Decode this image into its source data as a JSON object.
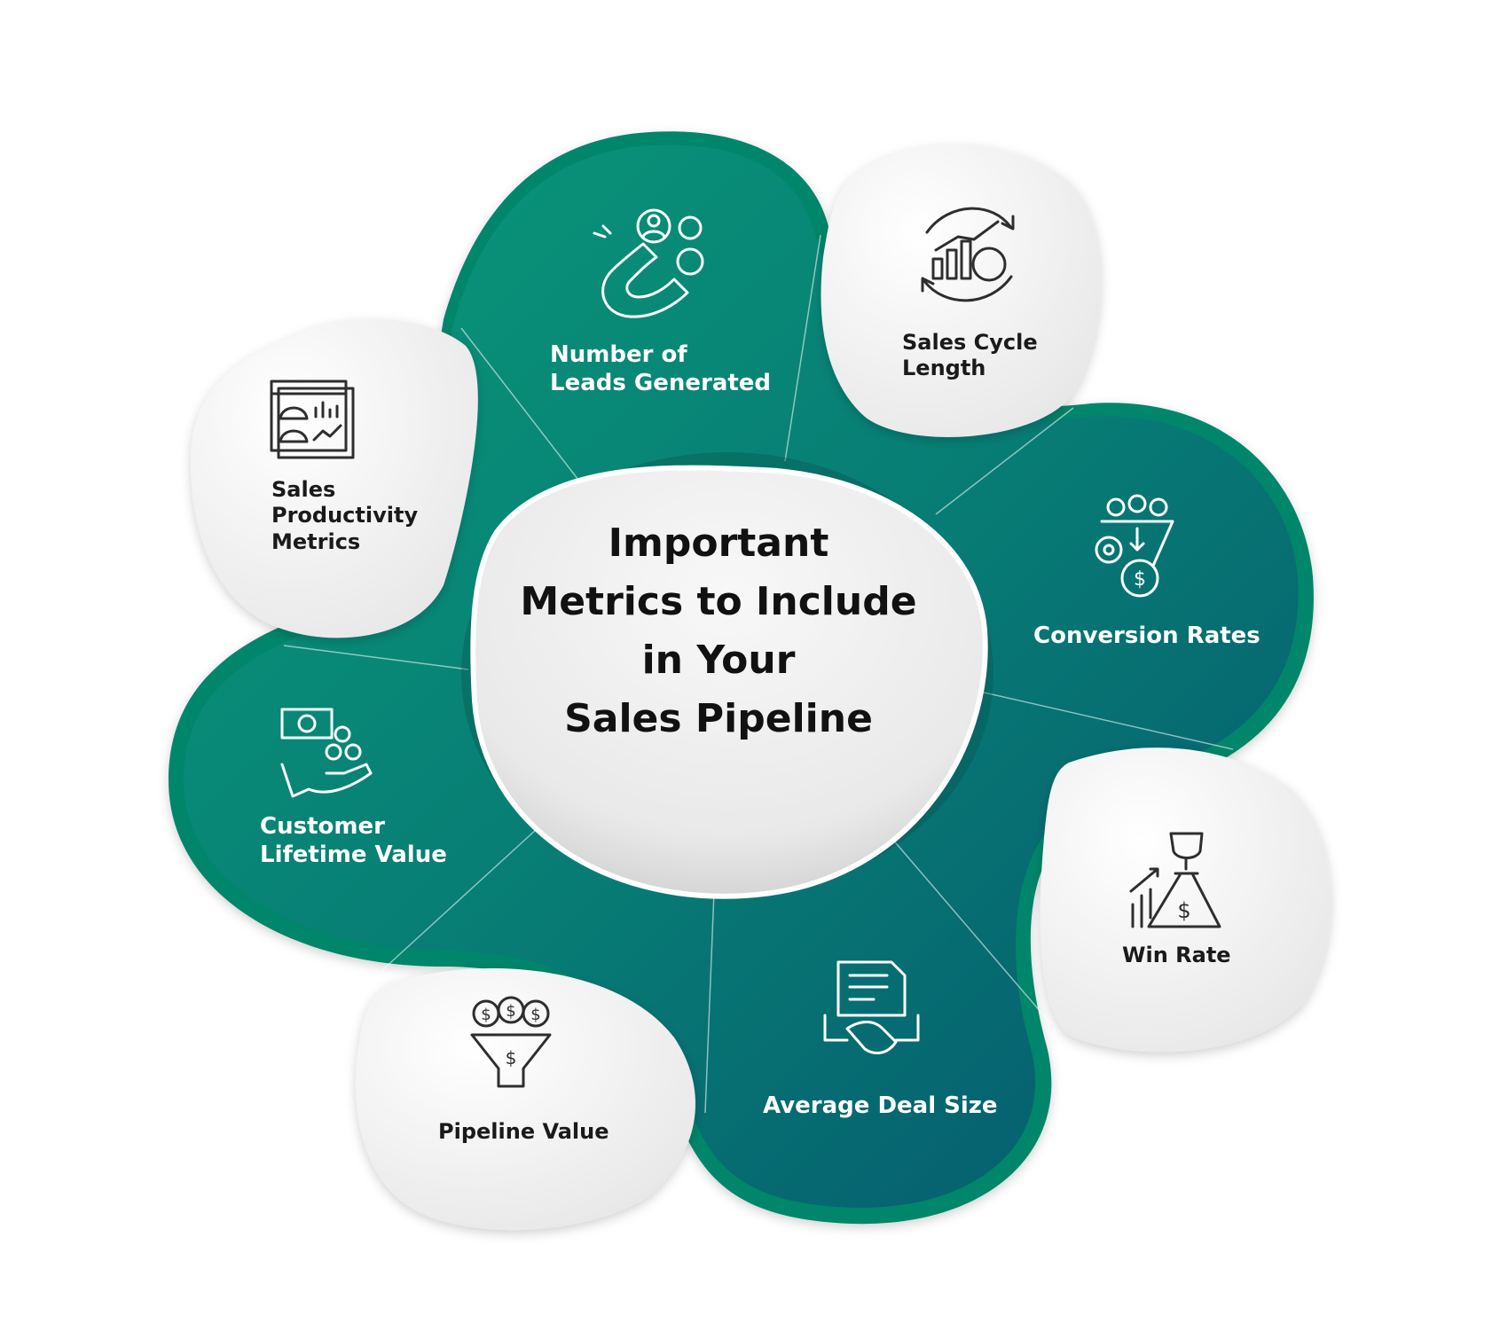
{
  "title": [
    "Important",
    "Metrics to Include",
    "in Your",
    "Sales Pipeline"
  ],
  "colors": {
    "teal_light": "#0a9a7a",
    "teal_dark": "#06566e",
    "petal_grey": "#eeeeee",
    "ring": "#06866a"
  },
  "metrics": [
    {
      "id": "leads",
      "lines": [
        "Number of",
        "Leads Generated"
      ],
      "icon": "magnet-leads-icon",
      "style": "teal"
    },
    {
      "id": "cycle",
      "lines": [
        "Sales Cycle",
        "Length"
      ],
      "icon": "growth-chart-cycle-icon",
      "style": "grey"
    },
    {
      "id": "conversion",
      "lines": [
        "Conversion Rates"
      ],
      "icon": "funnel-conversion-icon",
      "style": "teal"
    },
    {
      "id": "winrate",
      "lines": [
        "Win Rate"
      ],
      "icon": "trophy-moneybag-icon",
      "style": "grey"
    },
    {
      "id": "deal",
      "lines": [
        "Average Deal Size"
      ],
      "icon": "contract-handshake-icon",
      "style": "teal"
    },
    {
      "id": "pipeline",
      "lines": [
        "Pipeline Value"
      ],
      "icon": "coin-funnel-icon",
      "style": "grey"
    },
    {
      "id": "clv",
      "lines": [
        "Customer",
        "Lifetime Value"
      ],
      "icon": "hand-money-icon",
      "style": "teal"
    },
    {
      "id": "productivity",
      "lines": [
        "Sales",
        "Productivity",
        "Metrics"
      ],
      "icon": "dashboard-icon",
      "style": "grey"
    }
  ]
}
